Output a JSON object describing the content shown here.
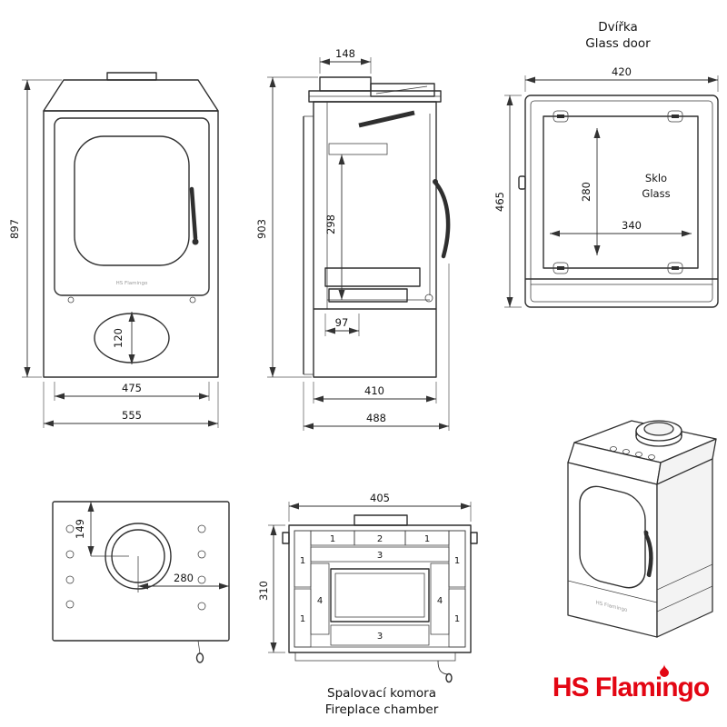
{
  "brand": {
    "logo_text": "HS Flamingo",
    "logo_color": "#e30613"
  },
  "front_view": {
    "dim_height": "897",
    "dim_ashpan": "120",
    "dim_inner_width": "475",
    "dim_width": "555"
  },
  "side_view": {
    "dim_flue": "148",
    "dim_height": "903",
    "dim_firebox": "298",
    "dim_grate": "97",
    "dim_inner_depth": "410",
    "dim_depth": "488"
  },
  "door_view": {
    "title_cs": "Dvířka",
    "title_en": "Glass door",
    "glass_cs": "Sklo",
    "glass_en": "Glass",
    "dim_width": "420",
    "dim_height": "465",
    "dim_glass_h": "280",
    "dim_glass_w": "340"
  },
  "top_view": {
    "dim_flue_offset": "149",
    "dim_center": "280"
  },
  "chamber_view": {
    "dim_width": "405",
    "dim_height": "310",
    "caption_cs": "Spalovací komora",
    "caption_en": "Fireplace chamber",
    "plate1": "1",
    "plate2": "2",
    "plate3": "3",
    "plate4": "4"
  }
}
